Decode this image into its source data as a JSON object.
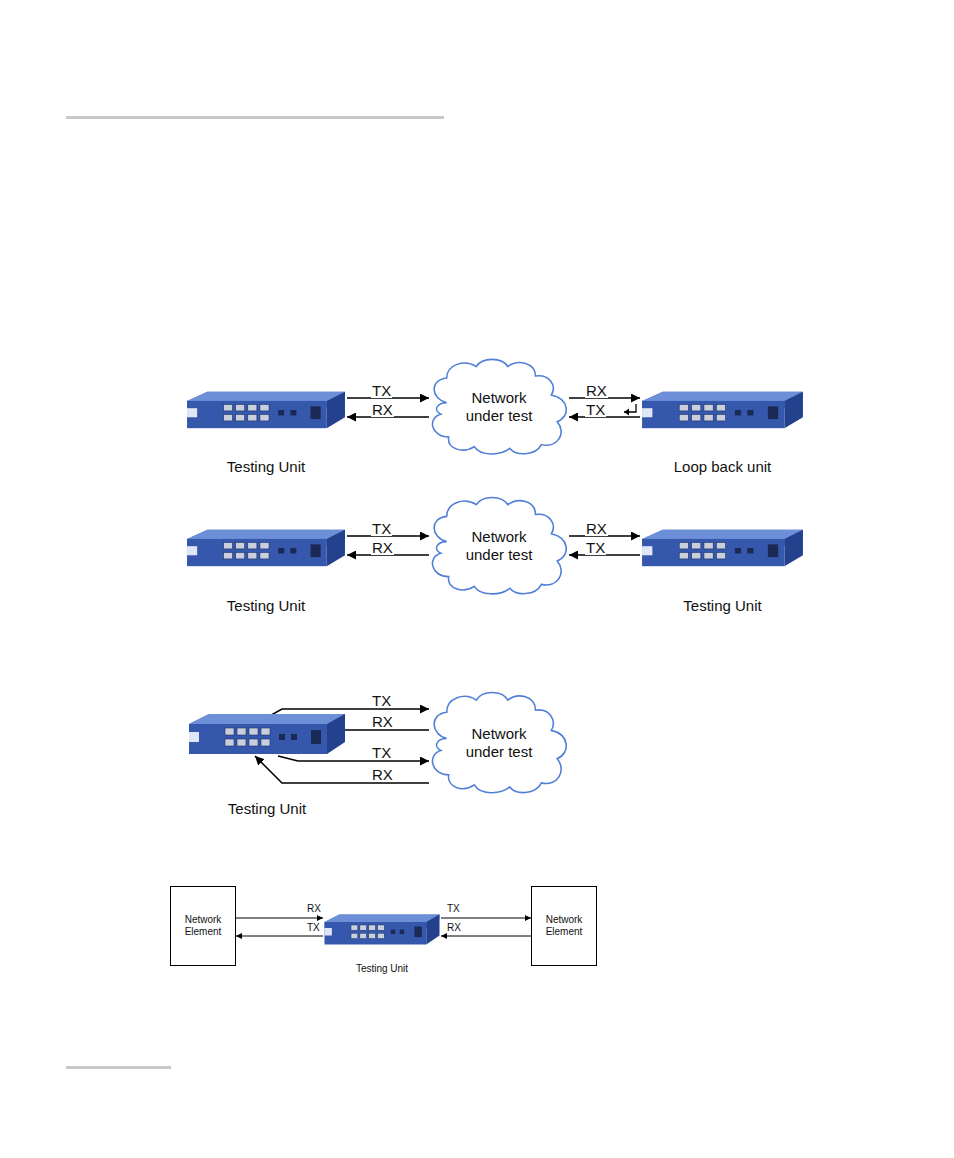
{
  "diagram": {
    "nodes": [
      {
        "text": [
          "Testing Unit"
        ]
      },
      {
        "text": [
          "Network under test"
        ]
      },
      {
        "text": [
          "Loop back unit"
        ]
      },
      {
        "text": [
          "Testing Unit"
        ]
      },
      {
        "text": [
          "Network under test"
        ]
      },
      {
        "text": [
          "Testing Unit"
        ]
      },
      {
        "text": [
          "Testing Unit"
        ]
      },
      {
        "text": [
          "Network under test"
        ]
      },
      {
        "text": [
          "Network Element"
        ]
      },
      {
        "text": [
          "Testing Unit"
        ]
      },
      {
        "text": [
          "Network Element"
        ]
      }
    ],
    "edges": [
      {
        "from": 0,
        "to": 1,
        "label": "TX",
        "arrow": "to"
      },
      {
        "from": 1,
        "to": 0,
        "label": "RX",
        "arrow": "to"
      },
      {
        "from": 1,
        "to": 2,
        "label": "RX",
        "arrow": "to"
      },
      {
        "from": 2,
        "to": 1,
        "label": "TX",
        "arrow": "to"
      },
      {
        "from": 3,
        "to": 4,
        "label": "TX",
        "arrow": "to"
      },
      {
        "from": 4,
        "to": 3,
        "label": "RX",
        "arrow": "to"
      },
      {
        "from": 4,
        "to": 5,
        "label": "RX",
        "arrow": "to"
      },
      {
        "from": 5,
        "to": 4,
        "label": "TX",
        "arrow": "to"
      },
      {
        "from": 6,
        "to": 7,
        "label": "TX",
        "arrow": "to"
      },
      {
        "from": 7,
        "to": 6,
        "label": "RX",
        "arrow": "to"
      },
      {
        "from": 6,
        "to": 7,
        "label": "TX",
        "arrow": "to"
      },
      {
        "from": 7,
        "to": 6,
        "label": "RX",
        "arrow": "to"
      },
      {
        "from": 8,
        "to": 9,
        "label": "RX",
        "arrow": "to"
      },
      {
        "from": 9,
        "to": 8,
        "label": "TX",
        "arrow": "to"
      },
      {
        "from": 9,
        "to": 10,
        "label": "TX",
        "arrow": "to"
      },
      {
        "from": 10,
        "to": 9,
        "label": "RX",
        "arrow": "to"
      }
    ]
  }
}
